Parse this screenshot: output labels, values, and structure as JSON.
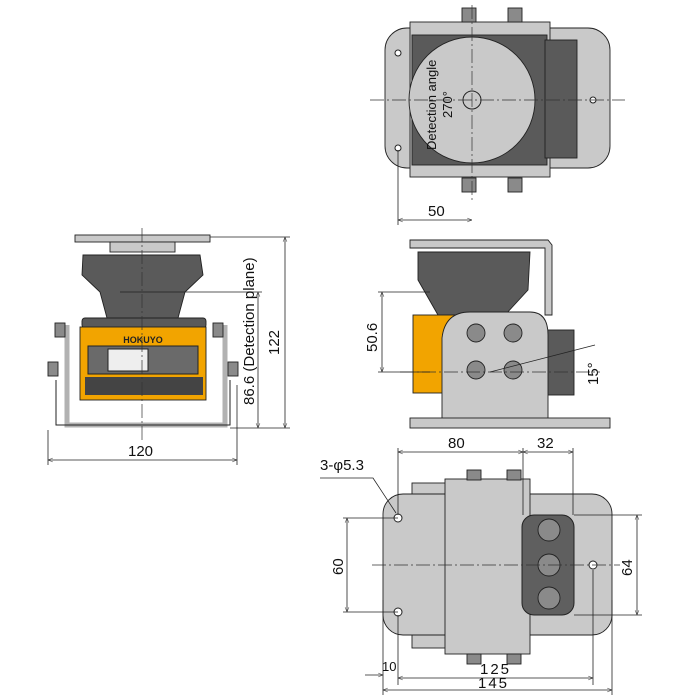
{
  "brand_logo": "HOKUYO",
  "colors": {
    "housing": "#f2a400",
    "head": "#5a5a5a",
    "bracket": "#c9c9c9"
  },
  "top_view": {
    "angle_label": "Detection angle",
    "angle_value": "270°",
    "dim_50": "50"
  },
  "front_view": {
    "width": "120",
    "height": "122",
    "detection_plane": "86.6 (Detection plane)"
  },
  "side_view": {
    "dim_50_6": "50.6",
    "tilt": "15°"
  },
  "bottom_view": {
    "dim_80": "80",
    "dim_32": "32",
    "holes": "3-φ5.3",
    "dim_60": "60",
    "dim_64": "64",
    "dim_10": "10",
    "dim_125": "125",
    "dim_145": "145"
  }
}
